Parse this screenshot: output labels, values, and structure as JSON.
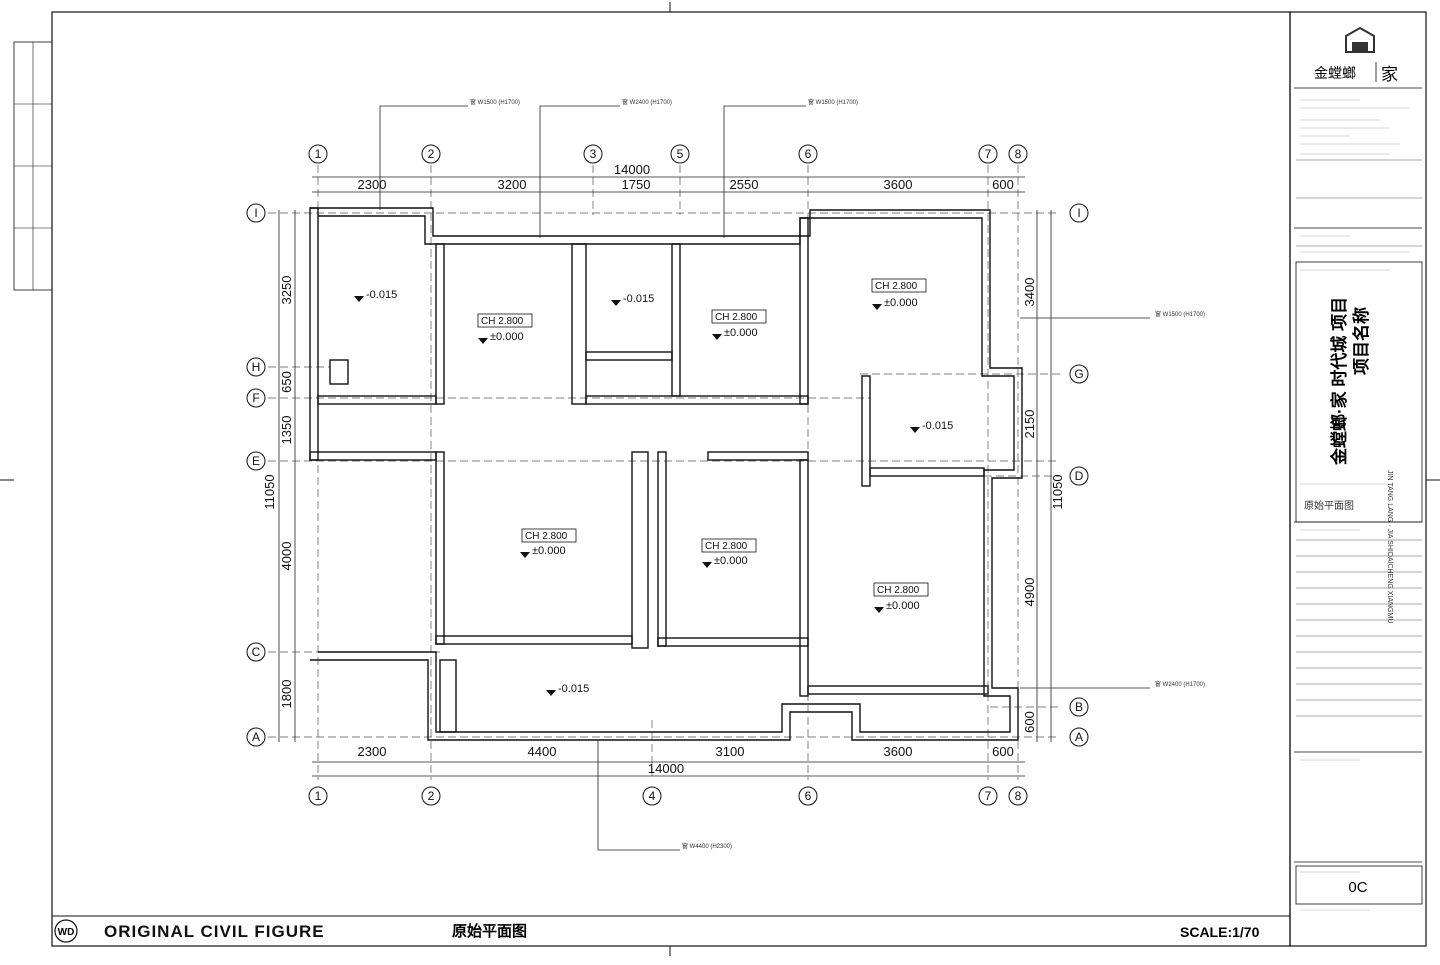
{
  "drawing": {
    "title_en": "ORIGINAL CIVIL FIGURE",
    "title_cn": "原始平面图",
    "scale": "SCALE:1/70",
    "badge": "WD"
  },
  "plan": {
    "total_width": "14000",
    "top_dims": [
      "2300",
      "3200",
      "1750",
      "2550",
      "3600",
      "600"
    ],
    "bottom_dims": [
      "2300",
      "4400",
      "3100",
      "3600",
      "600"
    ],
    "left_dims": [
      "3250",
      "650",
      "1350",
      "4000",
      "1800"
    ],
    "left_total": "11050",
    "right_dims": [
      "3400",
      "2150",
      "4900",
      "600"
    ],
    "right_total": "11050",
    "top_axes": [
      "1",
      "2",
      "3",
      "5",
      "6",
      "7",
      "8"
    ],
    "bottom_axes": [
      "1",
      "2",
      "4",
      "6",
      "7",
      "8"
    ],
    "left_axes": [
      "I",
      "H",
      "F",
      "E",
      "C",
      "A"
    ],
    "right_axes": [
      "I",
      "G",
      "D",
      "B",
      "A"
    ],
    "levels": [
      "-0.015",
      "±0.000",
      "-0.015",
      "±0.000",
      "±0.000",
      "-0.015",
      "±0.000",
      "±0.000",
      "±0.000",
      "-0.015"
    ],
    "ch": "CH 2.800"
  },
  "titleblock": {
    "brand": "金螳螂",
    "brand_suffix": "家",
    "project_name": "金螳螂·家 时代城 项目",
    "project_label": "项目名称",
    "project_pinyin": "JIN TANG LANG · JIA  SHIDAICHENG XIANGMU",
    "sheet_name": "原始平面图",
    "sheet_no": "0C"
  }
}
